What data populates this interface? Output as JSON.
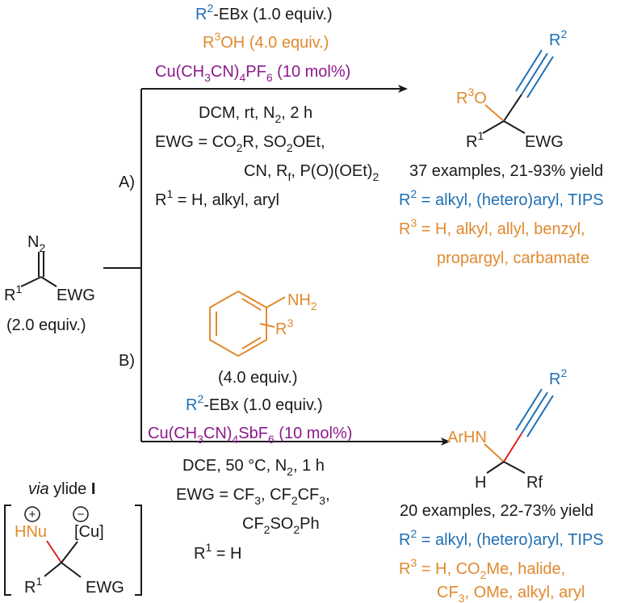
{
  "colors": {
    "black": "#1a1a1a",
    "blue": "#1f6fb4",
    "orange": "#e08a2e",
    "purple": "#8b1a8b",
    "red": "#e02020"
  },
  "start": {
    "n2": "N",
    "n2_sub": "2",
    "r1": "R",
    "r1_sup": "1",
    "ewg": "EWG",
    "equiv": "(2.0 equiv.)"
  },
  "route_a": {
    "label": "A)",
    "reagent1_r": "R",
    "reagent1_sup": "2",
    "reagent1_rest": "-EBx (1.0 equiv.)",
    "reagent2_r": "R",
    "reagent2_sup": "3",
    "reagent2_rest": "OH (4.0 equiv.)",
    "catalyst_a": "Cu(CH",
    "catalyst_b": "3",
    "catalyst_c": "CN)",
    "catalyst_d": "4",
    "catalyst_e": "PF",
    "catalyst_f": "6",
    "catalyst_g": " (10 mol%)",
    "cond1_a": "DCM, rt, N",
    "cond1_b": "2",
    "cond1_c": ", 2 h",
    "cond2_a": "EWG = CO",
    "cond2_b": "2",
    "cond2_c": "R, SO",
    "cond2_d": "2",
    "cond2_e": "OEt,",
    "cond3_a": "CN, R",
    "cond3_b": "f",
    "cond3_c": ", P(O)(OEt)",
    "cond3_d": "2",
    "cond4_a": "R",
    "cond4_b": "1",
    "cond4_c": " = H, alkyl, aryl",
    "product": {
      "r2": "R",
      "r2_sup": "2",
      "r3o_r": "R",
      "r3o_sup": "3",
      "r3o_o": "O",
      "r1": "R",
      "r1_sup": "1",
      "ewg": "EWG"
    },
    "examples": "37 examples, 21-93% yield",
    "r2_scope_r": "R",
    "r2_scope_sup": "2",
    "r2_scope_rest": " = alkyl, (hetero)aryl, TIPS",
    "r3_scope_r": "R",
    "r3_scope_sup": "3",
    "r3_scope_rest": " = H, alkyl, allyl, benzyl,",
    "r3_scope_line2": "propargyl, carbamate"
  },
  "route_b": {
    "label": "B)",
    "aniline_nh": "NH",
    "aniline_nh_sub": "2",
    "aniline_r": "R",
    "aniline_r_sup": "3",
    "aniline_equiv": "(4.0 equiv.)",
    "reagent1_r": "R",
    "reagent1_sup": "2",
    "reagent1_rest": "-EBx (1.0 equiv.)",
    "catalyst_a": "Cu(CH",
    "catalyst_b": "3",
    "catalyst_c": "CN)",
    "catalyst_d": "4",
    "catalyst_e": "SbF",
    "catalyst_f": "6",
    "catalyst_g": " (10 mol%)",
    "cond1_a": "DCE, 50 °C, N",
    "cond1_b": "2",
    "cond1_c": ", 1 h",
    "cond2_a": "EWG = CF",
    "cond2_b": "3",
    "cond2_c": ", CF",
    "cond2_d": "2",
    "cond2_e": "CF",
    "cond2_f": "3",
    "cond2_g": ",",
    "cond3_a": "CF",
    "cond3_b": "2",
    "cond3_c": "SO",
    "cond3_d": "2",
    "cond3_e": "Ph",
    "cond4_a": "R",
    "cond4_b": "1",
    "cond4_c": " = H",
    "product": {
      "r2": "R",
      "r2_sup": "2",
      "arhn": "ArHN",
      "h": "H",
      "rf": "Rf"
    },
    "examples": "20 examples, 22-73% yield",
    "r2_scope_r": "R",
    "r2_scope_sup": "2",
    "r2_scope_rest": " = alkyl, (hetero)aryl, TIPS",
    "r3_scope_r": "R",
    "r3_scope_sup": "3",
    "r3_scope_rest": " = H, CO",
    "r3_scope_sub": "2",
    "r3_scope_rest2": "Me, halide,",
    "r3_scope_line2_a": "CF",
    "r3_scope_line2_b": "3",
    "r3_scope_line2_c": ", OMe, alkyl, aryl"
  },
  "ylide": {
    "via": "via",
    "ylide_word": " ylide ",
    "ylide_num": "I",
    "plus": "+",
    "minus": "−",
    "hnu": "HNu",
    "cu": "[Cu]",
    "r1": "R",
    "r1_sup": "1",
    "ewg": "EWG"
  }
}
